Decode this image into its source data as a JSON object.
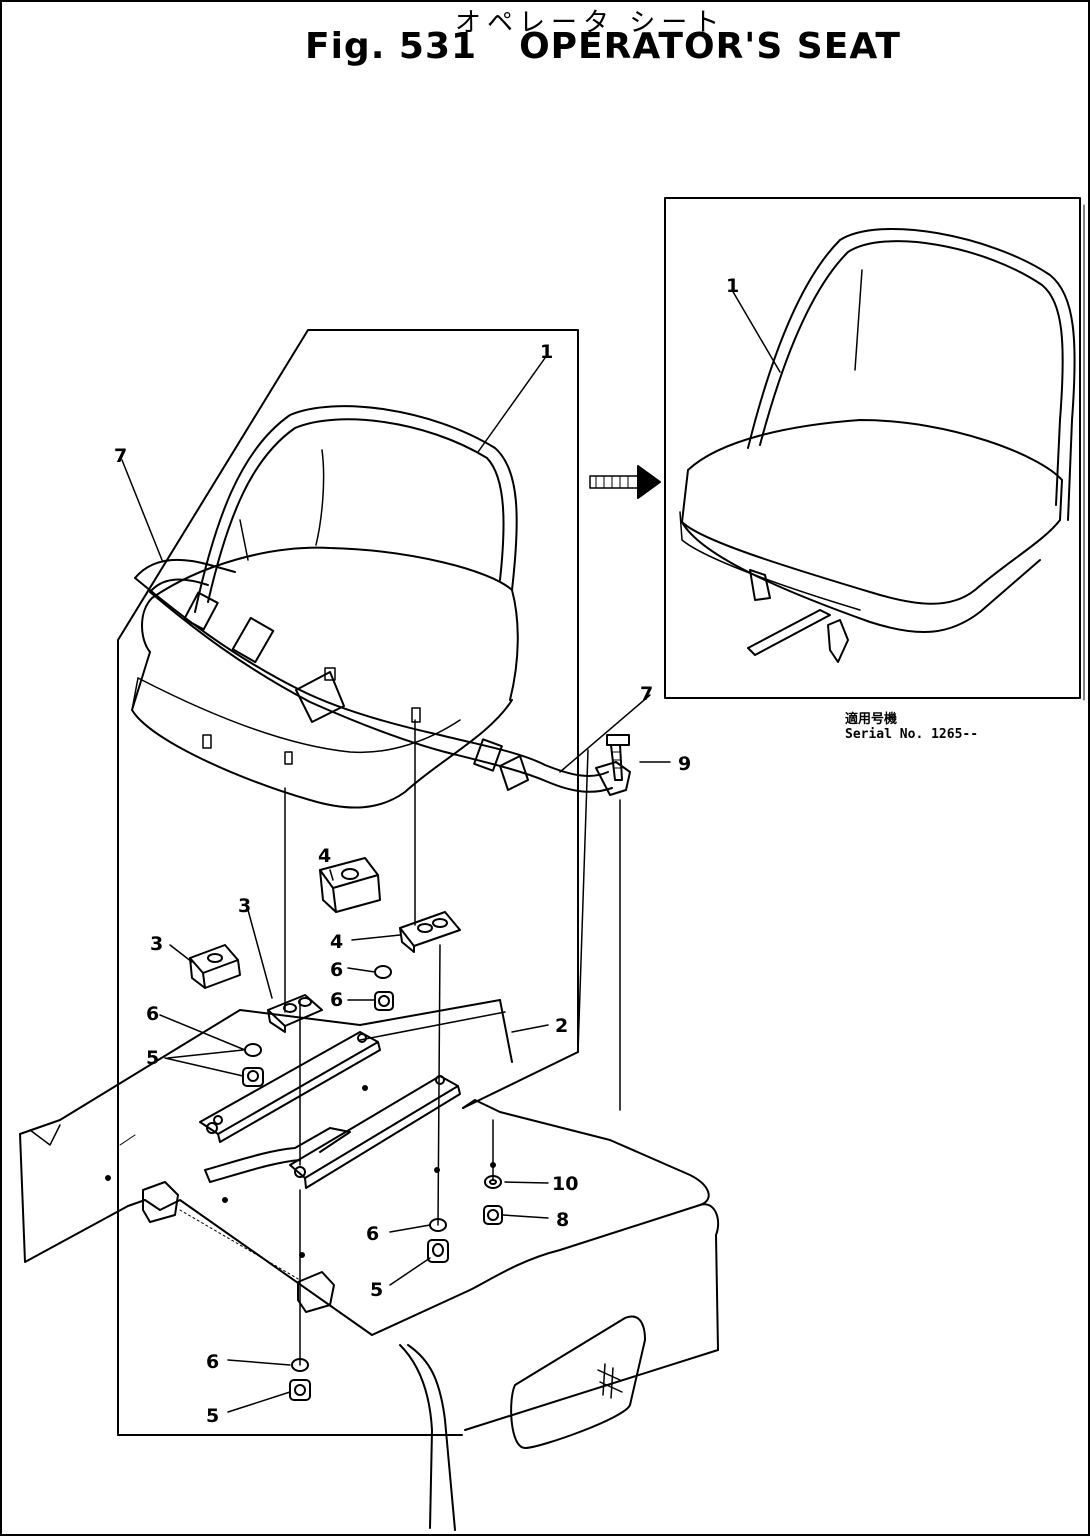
{
  "title": {
    "japanese": "オペレータ シート",
    "fig_label": "Fig. 531",
    "name": "OPERATOR'S SEAT"
  },
  "inset": {
    "serial_jp": "適用号機",
    "serial_text": "Serial No. 1265--"
  },
  "callouts": {
    "c1_main": "1",
    "c1_inset": "1",
    "c2": "2",
    "c3_a": "3",
    "c3_b": "3",
    "c4_a": "4",
    "c4_b": "4",
    "c5_a": "5",
    "c5_b": "5",
    "c5_c": "5",
    "c6_a": "6",
    "c6_b": "6",
    "c6_c": "6",
    "c6_d": "6",
    "c6_e": "6",
    "c7_a": "7",
    "c7_b": "7",
    "c8": "8",
    "c9": "9",
    "c10": "10"
  }
}
